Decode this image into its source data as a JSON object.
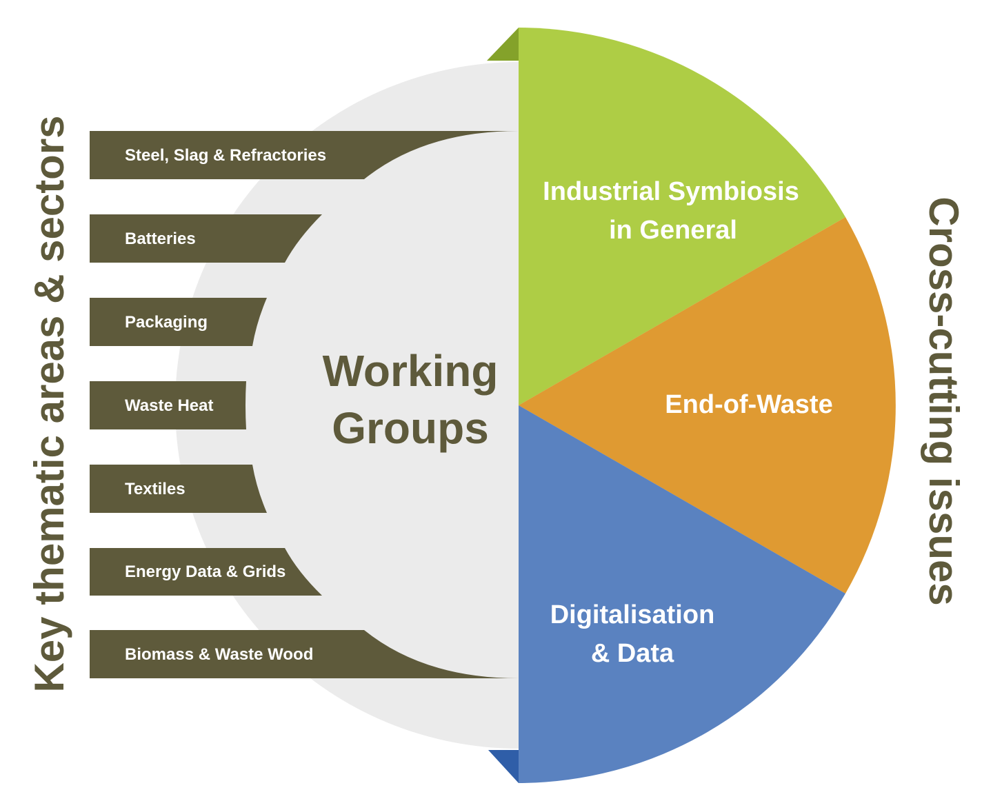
{
  "titles": {
    "left": "Key thematic areas & sectors",
    "right": "Cross-cutting issues"
  },
  "center": {
    "line1": "Working",
    "line2": "Groups"
  },
  "sectors": [
    "Steel, Slag & Refractories",
    "Batteries",
    "Packaging",
    "Waste Heat",
    "Textiles",
    "Energy Data & Grids",
    "Biomass & Waste Wood"
  ],
  "issues": [
    {
      "line1": "Industrial Symbiosis",
      "line2": "in General",
      "color": "#aecd45"
    },
    {
      "line1": "End-of-Waste",
      "line2": "",
      "color": "#df9a32"
    },
    {
      "line1": "Digitalisation",
      "line2": "& Data",
      "color": "#5a82c0"
    }
  ],
  "colors": {
    "band": "#5e5a3b",
    "disc": "#ebebeb",
    "text_dark": "#5e5a3b",
    "green_dark": "#84a22a",
    "blue_dark": "#2f5ea8"
  }
}
